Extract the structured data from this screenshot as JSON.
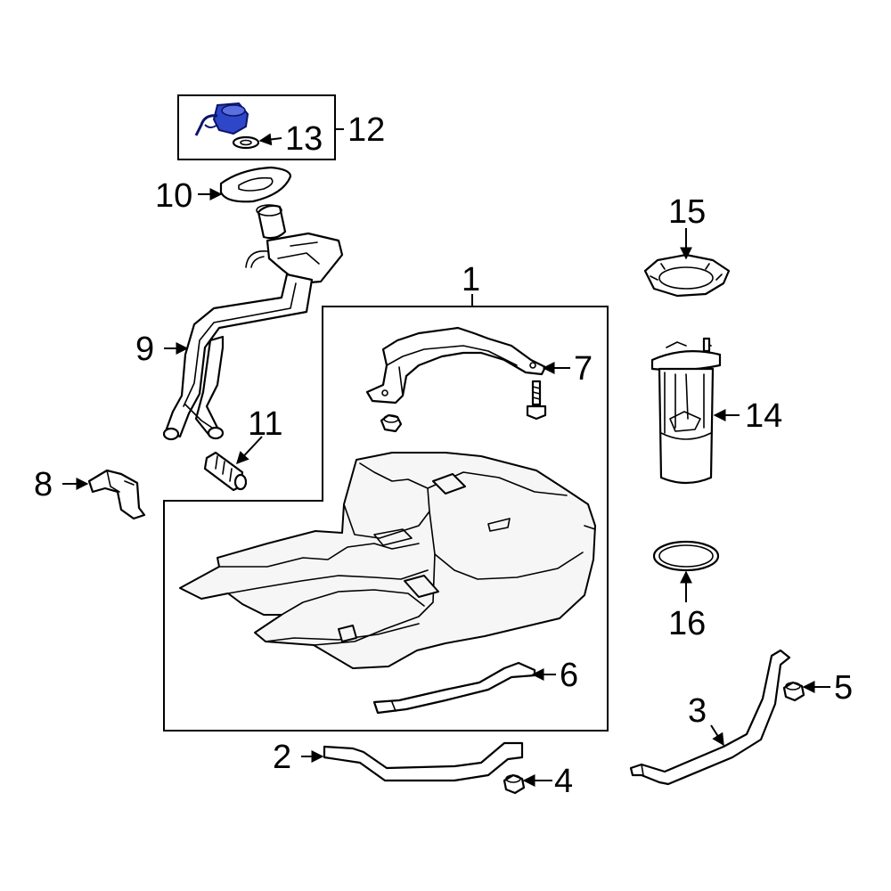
{
  "callouts": {
    "c1": "1",
    "c2": "2",
    "c3": "3",
    "c4": "4",
    "c5": "5",
    "c6": "6",
    "c7": "7",
    "c8": "8",
    "c9": "9",
    "c10": "10",
    "c11": "11",
    "c12": "12",
    "c13": "13",
    "c14": "14",
    "c15": "15",
    "c16": "16"
  },
  "colors": {
    "highlight": "#2e47c9",
    "line": "#000000",
    "background": "#ffffff"
  },
  "highlighted_part": "13"
}
